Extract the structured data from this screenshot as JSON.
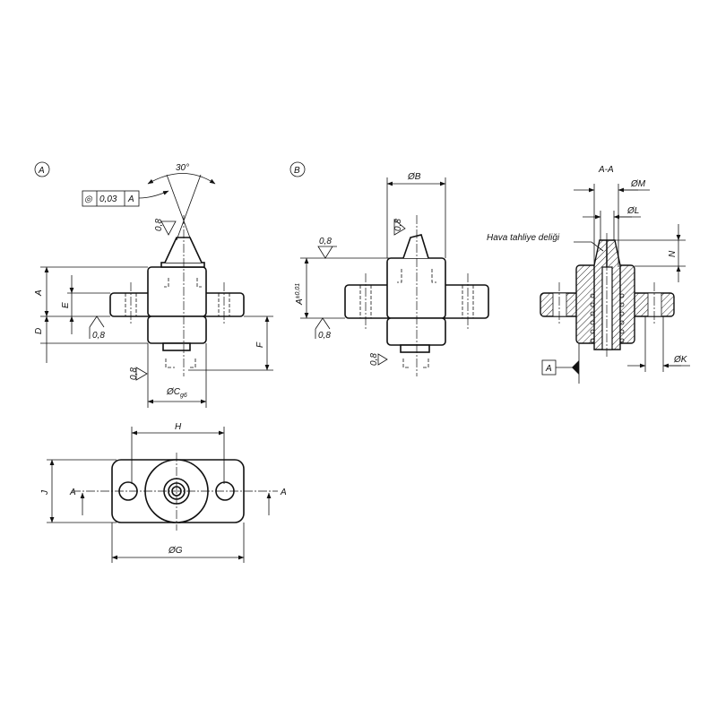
{
  "views": {
    "a": {
      "label": "A",
      "angle": "30°",
      "tolerance": {
        "symbol": "◎",
        "value": "0,03",
        "datum": "A"
      },
      "roughness": "0,8",
      "dims": {
        "a": "A",
        "d": "D",
        "e": "E",
        "f": "F",
        "c": "ØC",
        "c_sub": "g6"
      }
    },
    "b": {
      "label": "B",
      "roughness": "0,8",
      "dims": {
        "b": "ØB",
        "a": "A",
        "a_tol": "±0,01"
      }
    },
    "section": {
      "title": "A-A",
      "callout": "Hava tahliye deliği",
      "dims": {
        "m": "ØM",
        "l": "ØL",
        "n": "N",
        "k": "ØK"
      },
      "datum": "A"
    },
    "bottom": {
      "dims": {
        "h": "H",
        "j": "J",
        "g": "ØG"
      },
      "cut_left": "A",
      "cut_right": "A"
    }
  },
  "colors": {
    "line": "#111111",
    "background": "#ffffff"
  }
}
